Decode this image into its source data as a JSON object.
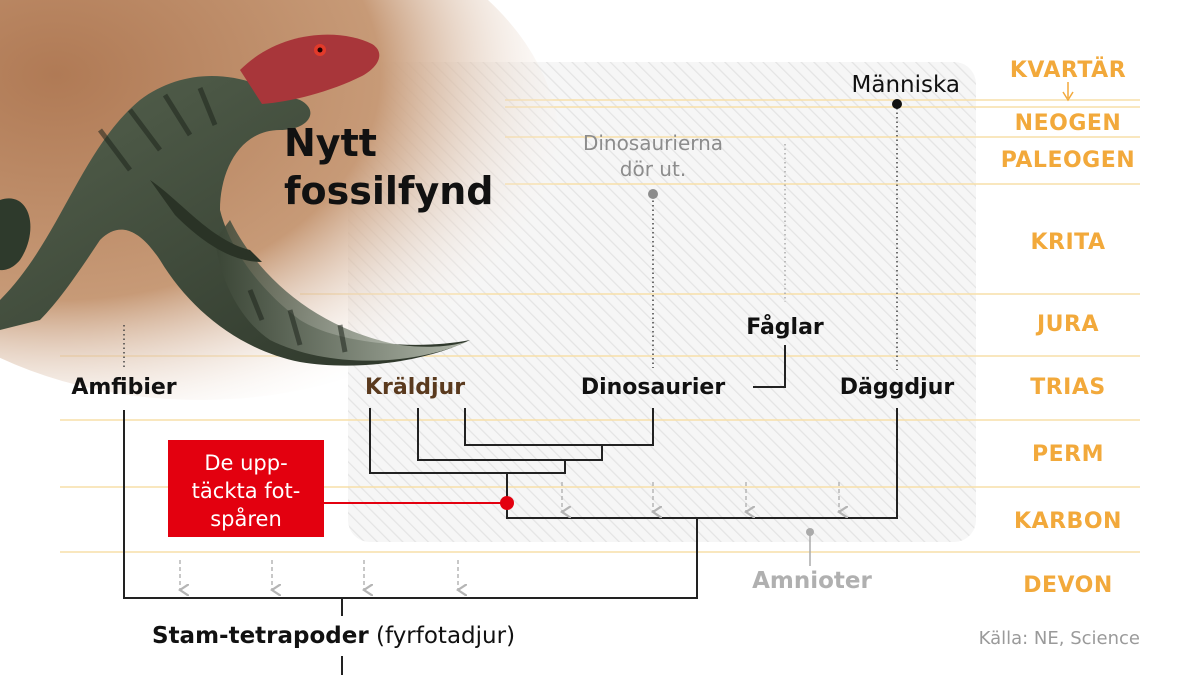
{
  "headline": [
    "Nytt",
    "fossilfynd"
  ],
  "periods": [
    "KVARTÄR",
    "NEOGEN",
    "PALEOGEN",
    "KRITA",
    "JURA",
    "TRIAS",
    "PERM",
    "KARBON",
    "DEVON"
  ],
  "taxa": {
    "amfibier": "Amfibier",
    "kraldjur": "Kräldjur",
    "dinosaurier": "Dinosaurier",
    "faglar": "Fåglar",
    "daggdjur": "Däggdjur",
    "manniska": "Människa"
  },
  "notes": {
    "extinction_line1": "Dinosaurierna",
    "extinction_line2": "dör ut.",
    "amnioter": "Amnioter",
    "stem_bold": "Stam-tetrapoder",
    "stem_plain": " (fyrfotadjur)",
    "source": "Källa: NE, Science"
  },
  "callout": [
    "De upp-",
    "täckta fot-",
    "spåren"
  ],
  "colors": {
    "period": "#f2a93b",
    "callout": "#e3000f",
    "branch": "#222222",
    "grey": "#8c8c8c",
    "reptile": "#5a3a1e"
  },
  "icons": {
    "illustration": "lizard-illustration"
  }
}
